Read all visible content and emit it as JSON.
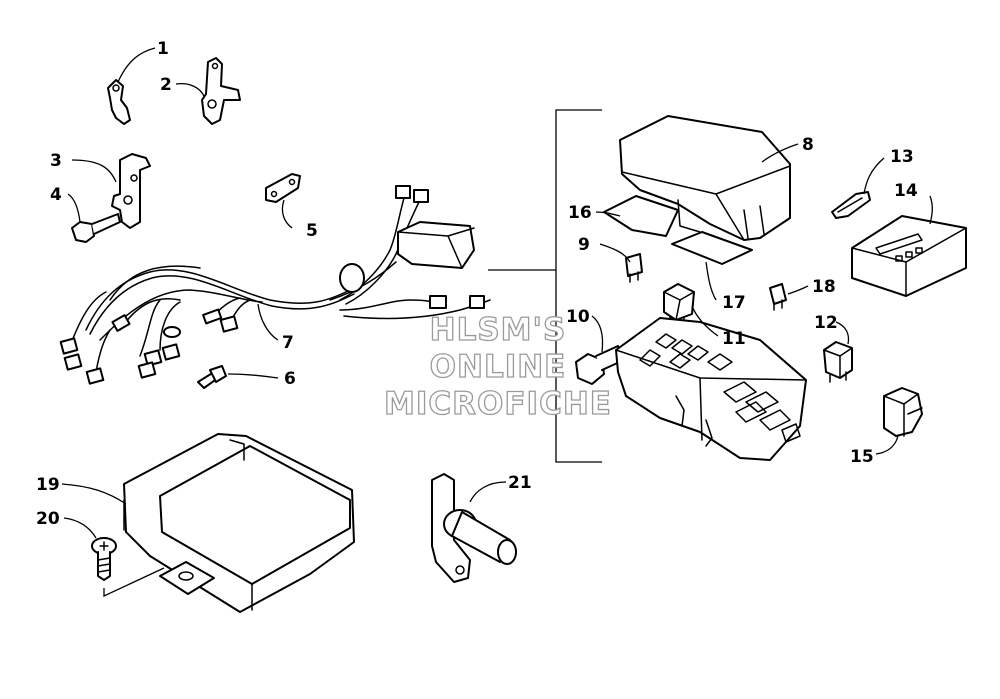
{
  "diagram": {
    "callouts": [
      "1",
      "2",
      "3",
      "4",
      "5",
      "6",
      "7",
      "8",
      "9",
      "10",
      "11",
      "12",
      "13",
      "14",
      "15",
      "16",
      "17",
      "18",
      "19",
      "20",
      "21"
    ],
    "watermark": [
      "HLSM'S",
      "ONLINE",
      "MICROFICHE"
    ],
    "colors": {
      "line": "#000000",
      "background": "#ffffff",
      "watermark": "#9a9a9a"
    }
  }
}
